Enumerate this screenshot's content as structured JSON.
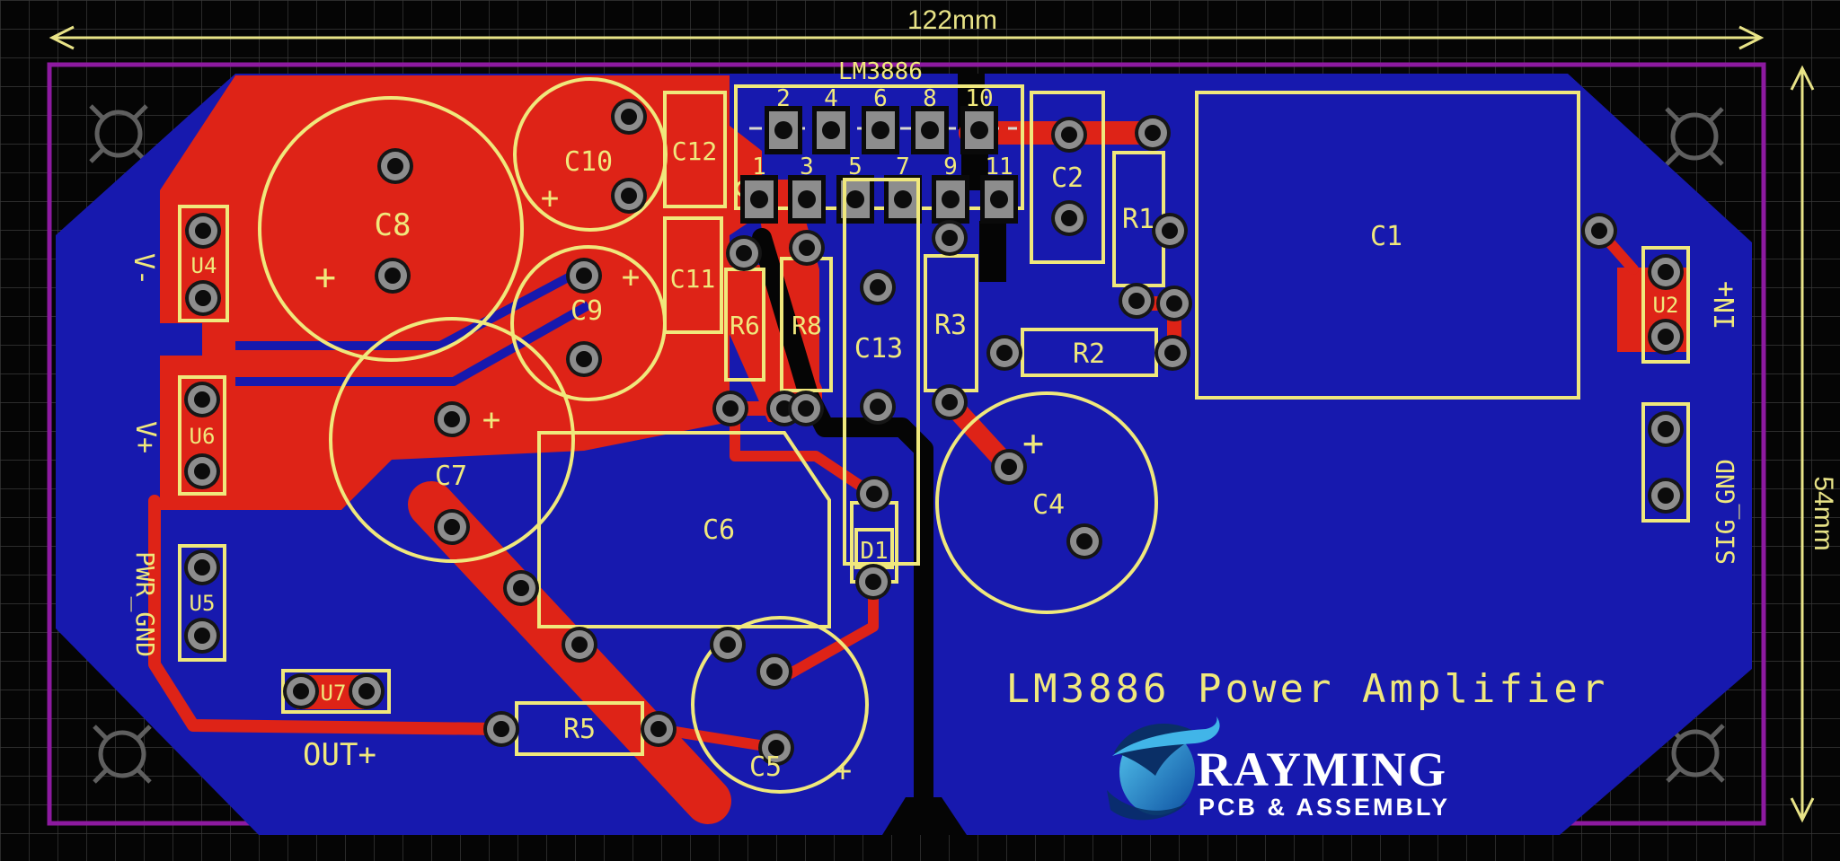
{
  "dimension_labels": {
    "width": "122mm",
    "height": "54mm"
  },
  "ic": {
    "name": "LM3886",
    "pins_top": [
      "2",
      "4",
      "6",
      "8",
      "10"
    ],
    "pins_bottom": [
      "1",
      "3",
      "5",
      "7",
      "9",
      "11"
    ]
  },
  "components": {
    "c1": "C1",
    "c2": "C2",
    "c4": "C4",
    "c5": "C5",
    "c6": "C6",
    "c7": "C7",
    "c8": "C8",
    "c9": "C9",
    "c10": "C10",
    "c11": "C11",
    "c12": "C12",
    "c13": "C13",
    "r1": "R1",
    "r2": "R2",
    "r3": "R3",
    "r5": "R5",
    "r6": "R6",
    "r8": "R8",
    "d1": "D1",
    "u2": "U2",
    "u4": "U4",
    "u5": "U5",
    "u6": "U6",
    "u7": "U7"
  },
  "connector_labels": {
    "v_minus": "V-",
    "v_plus": "V+",
    "pwr_gnd": "PWR_GND",
    "out_plus": "OUT+",
    "in_plus": "IN+",
    "sig_gnd": "SIG_GND"
  },
  "polarity_mark": "+",
  "title": "LM3886 Power Amplifier",
  "logo": {
    "brand": "RAYMING",
    "tagline": "PCB & ASSEMBLY"
  },
  "colors": {
    "background": "#050505",
    "grid": "#3a3a3a",
    "board_blue": "#1719ae",
    "copper_red": "#de2317",
    "silkscreen_yellow": "#f0e87c",
    "dimension_yellow": "#e8e387",
    "board_outline_purple": "#8d1aa0",
    "pad_gray": "#8d8d8d",
    "drill_black": "#0c0c0c",
    "logo_light_blue": "#41b5e8",
    "logo_dark_blue": "#1454a8",
    "logo_text_white": "#ffffff"
  }
}
